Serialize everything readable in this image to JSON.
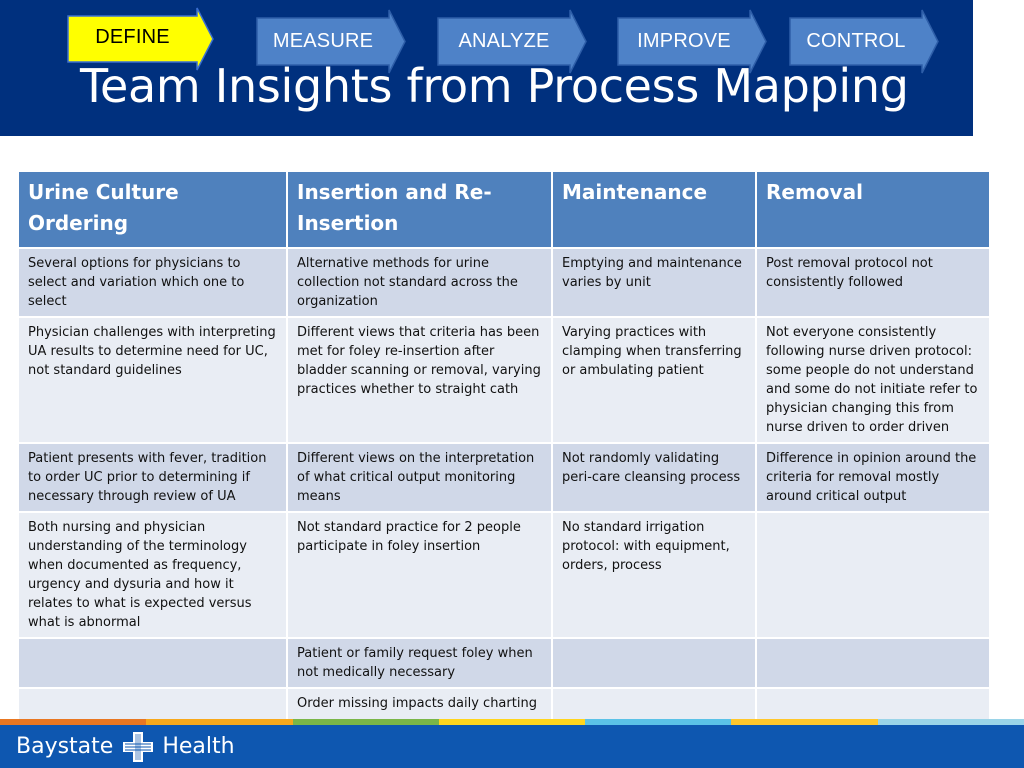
{
  "steps": [
    {
      "label": "DEFINE",
      "active": true
    },
    {
      "label": "MEASURE",
      "active": false
    },
    {
      "label": "ANALYZE",
      "active": false
    },
    {
      "label": "IMPROVE",
      "active": false
    },
    {
      "label": "CONTROL",
      "active": false
    }
  ],
  "title": "Team Insights from Process Mapping",
  "table": {
    "headers": [
      "Urine Culture Ordering",
      "Insertion and Re-Insertion",
      "Maintenance",
      "Removal"
    ],
    "rows": [
      [
        "Several options for physicians to select and variation which one to select",
        "Alternative methods for urine collection not standard across the organization",
        "Emptying and maintenance varies by unit",
        "Post removal protocol not consistently followed"
      ],
      [
        "Physician challenges with interpreting UA results to determine need for UC, not standard guidelines",
        "Different views that criteria has been met for foley re-insertion after bladder scanning or removal, varying practices whether to straight cath",
        "Varying practices with clamping when transferring or ambulating patient",
        "Not everyone consistently following nurse driven protocol: some people do not understand and some do not initiate refer to physician changing this from nurse driven to order driven"
      ],
      [
        "Patient presents with fever, tradition to order UC prior to determining if necessary through review of UA",
        "Different views on the interpretation of what critical output monitoring means",
        "Not randomly validating peri-care cleansing process",
        "Difference in opinion around the criteria for removal mostly around critical output"
      ],
      [
        "Both nursing and physician understanding of the terminology when documented as frequency, urgency and dysuria and how it relates to what is expected versus what is abnormal",
        "Not standard practice for 2 people participate in foley insertion",
        "No standard irrigation protocol: with equipment, orders, process",
        ""
      ],
      [
        "",
        "Patient or family request foley when not medically necessary",
        "",
        ""
      ],
      [
        "",
        "Order missing impacts daily charting",
        "",
        ""
      ]
    ]
  },
  "footer": {
    "brand_left": "Baystate",
    "brand_right": "Health",
    "logo_icon": "baystate-cross-logo-icon"
  },
  "colors": {
    "header_bg": "#00307e",
    "active_step": "#ffff00",
    "inactive_step": "#4e82c8",
    "table_header": "#4f81bd",
    "row_dark": "#d0d8e8",
    "row_light": "#e9edf4",
    "footer_bg": "#0e57b0",
    "stripe": [
      "#e87722",
      "#f7a81b",
      "#7ab648",
      "#ffd51d",
      "#5bc2e7",
      "#ffc72c",
      "#9ad4e8"
    ]
  }
}
